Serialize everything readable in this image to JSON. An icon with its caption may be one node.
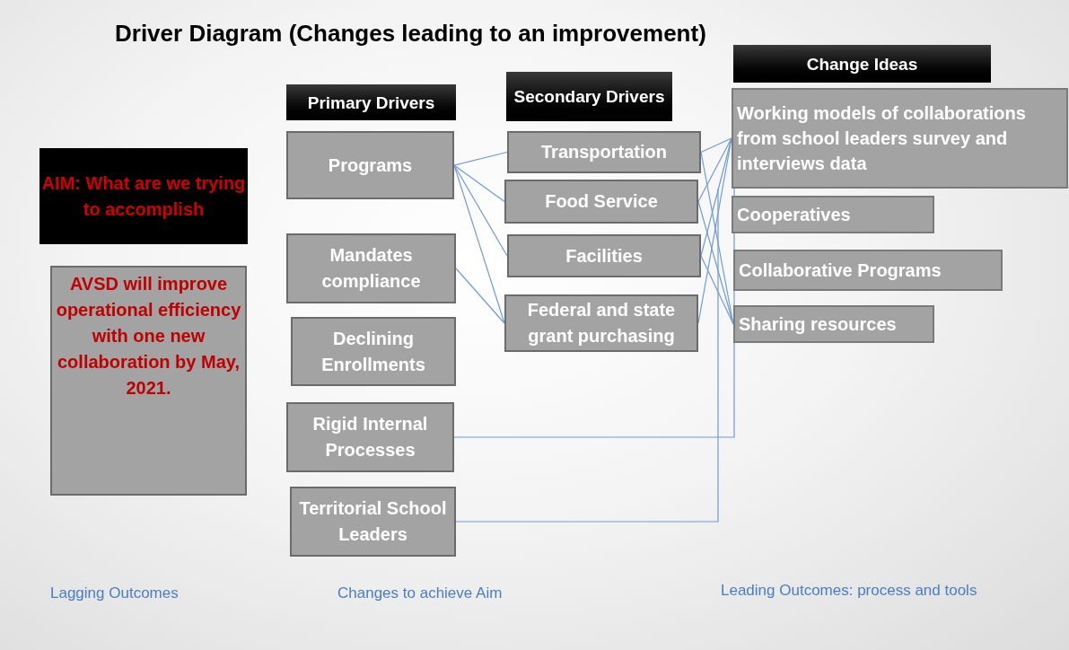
{
  "diagram": {
    "title": "Driver Diagram (Changes leading to an improvement)",
    "nodes": [
      {
        "text": [
          "AIM: What are we trying to accomplish"
        ]
      },
      {
        "text": [
          "AVSD will improve operational efficiency with one new collaboration by May, 2021."
        ]
      },
      {
        "text": [
          "Primary  Drivers"
        ]
      },
      {
        "text": [
          "Programs"
        ]
      },
      {
        "text": [
          "Mandates compliance"
        ]
      },
      {
        "text": [
          "Declining Enrollments"
        ]
      },
      {
        "text": [
          "Rigid Internal Processes"
        ]
      },
      {
        "text": [
          "Territorial School Leaders"
        ]
      },
      {
        "text": [
          "Secondary Drivers"
        ]
      },
      {
        "text": [
          "Transportation"
        ]
      },
      {
        "text": [
          "Food Service"
        ]
      },
      {
        "text": [
          "Facilities"
        ]
      },
      {
        "text": [
          "Federal and state grant purchasing"
        ]
      },
      {
        "text": [
          "Change Ideas"
        ]
      },
      {
        "text": [
          "Working models of collaborations from school leaders survey and interviews data"
        ]
      },
      {
        "text": [
          "Cooperatives"
        ]
      },
      {
        "text": [
          "Collaborative Programs"
        ]
      },
      {
        "text": [
          "Sharing resources"
        ]
      }
    ],
    "edges": [
      {
        "from": 3,
        "to": 9,
        "arrow": "none"
      },
      {
        "from": 3,
        "to": 10,
        "arrow": "none"
      },
      {
        "from": 3,
        "to": 11,
        "arrow": "none"
      },
      {
        "from": 3,
        "to": 12,
        "arrow": "none"
      },
      {
        "from": 4,
        "to": 12,
        "arrow": "none"
      },
      {
        "from": 9,
        "to": 14,
        "arrow": "none"
      },
      {
        "from": 9,
        "to": 17,
        "arrow": "none"
      },
      {
        "from": 10,
        "to": 14,
        "arrow": "none"
      },
      {
        "from": 10,
        "to": 17,
        "arrow": "none"
      },
      {
        "from": 11,
        "to": 14,
        "arrow": "none"
      },
      {
        "from": 11,
        "to": 17,
        "arrow": "none"
      },
      {
        "from": 12,
        "to": 14,
        "arrow": "none"
      },
      {
        "from": 6,
        "to": 14,
        "arrow": "none"
      },
      {
        "from": 7,
        "to": 14,
        "arrow": "none"
      }
    ],
    "labels": [
      "Lagging Outcomes",
      "Changes to achieve Aim",
      "Leading Outcomes: process and tools"
    ]
  }
}
